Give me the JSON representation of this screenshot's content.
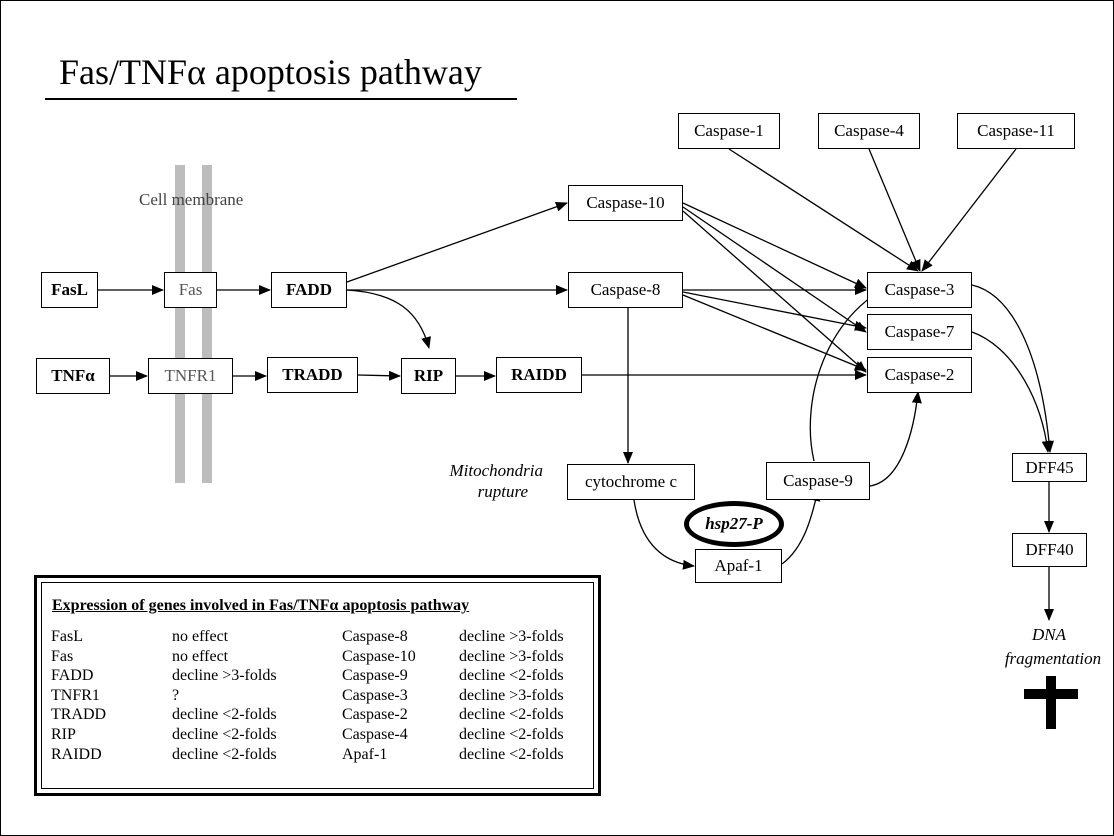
{
  "title": "Fas/TNFα apoptosis pathway",
  "membrane_label": "Cell membrane",
  "nodes": {
    "fasl": "FasL",
    "fas": "Fas",
    "fadd": "FADD",
    "tnfa": "TNFα",
    "tnfr1": "TNFR1",
    "tradd": "TRADD",
    "rip": "RIP",
    "raidd": "RAIDD",
    "caspase10": "Caspase-10",
    "caspase8": "Caspase-8",
    "caspase1": "Caspase-1",
    "caspase4": "Caspase-4",
    "caspase11": "Caspase-11",
    "caspase3": "Caspase-3",
    "caspase7": "Caspase-7",
    "caspase2": "Caspase-2",
    "cytochrome_c": "cytochrome c",
    "caspase9": "Caspase-9",
    "apaf1": "Apaf-1",
    "dff45": "DFF45",
    "dff40": "DFF40",
    "hsp27p": "hsp27-P"
  },
  "labels": {
    "mito_line1": "Mitochondria",
    "mito_line2": "rupture",
    "dna_line1": "DNA",
    "dna_line2": "fragmentation"
  },
  "edges": [
    [
      "fasl",
      "fas"
    ],
    [
      "fas",
      "fadd"
    ],
    [
      "fadd",
      "caspase10"
    ],
    [
      "fadd",
      "caspase8"
    ],
    [
      "fadd",
      "rip"
    ],
    [
      "tnfa",
      "tnfr1"
    ],
    [
      "tnfr1",
      "tradd"
    ],
    [
      "tradd",
      "rip"
    ],
    [
      "rip",
      "raidd"
    ],
    [
      "raidd",
      "caspase2"
    ],
    [
      "caspase10",
      "caspase3"
    ],
    [
      "caspase10",
      "caspase7"
    ],
    [
      "caspase10",
      "caspase2"
    ],
    [
      "caspase8",
      "caspase3"
    ],
    [
      "caspase8",
      "caspase7"
    ],
    [
      "caspase8",
      "caspase2"
    ],
    [
      "caspase8",
      "cytochrome_c"
    ],
    [
      "caspase1",
      "caspase3"
    ],
    [
      "caspase4",
      "caspase3"
    ],
    [
      "caspase11",
      "caspase3"
    ],
    [
      "cytochrome_c",
      "apaf1"
    ],
    [
      "apaf1",
      "caspase9"
    ],
    [
      "caspase9",
      "caspase3"
    ],
    [
      "caspase9",
      "caspase2"
    ],
    [
      "caspase3",
      "dff45"
    ],
    [
      "caspase7",
      "dff45"
    ],
    [
      "dff45",
      "dff40"
    ],
    [
      "dff40",
      "dna_fragmentation"
    ]
  ],
  "table": {
    "title": "Expression of genes involved in Fas/TNFα apoptosis pathway",
    "rows": [
      [
        "FasL",
        "no effect",
        "Caspase-8",
        "decline >3-folds"
      ],
      [
        "Fas",
        "no effect",
        "Caspase-10",
        "decline >3-folds"
      ],
      [
        "FADD",
        "decline >3-folds",
        "Caspase-9",
        "decline <2-folds"
      ],
      [
        "TNFR1",
        "?",
        "Caspase-3",
        "decline >3-folds"
      ],
      [
        "TRADD",
        "decline <2-folds",
        "Caspase-2",
        "decline <2-folds"
      ],
      [
        "RIP",
        "decline <2-folds",
        "Caspase-4",
        "decline <2-folds"
      ],
      [
        "RAIDD",
        "decline <2-folds",
        "Apaf-1",
        "decline <2-folds"
      ]
    ]
  }
}
